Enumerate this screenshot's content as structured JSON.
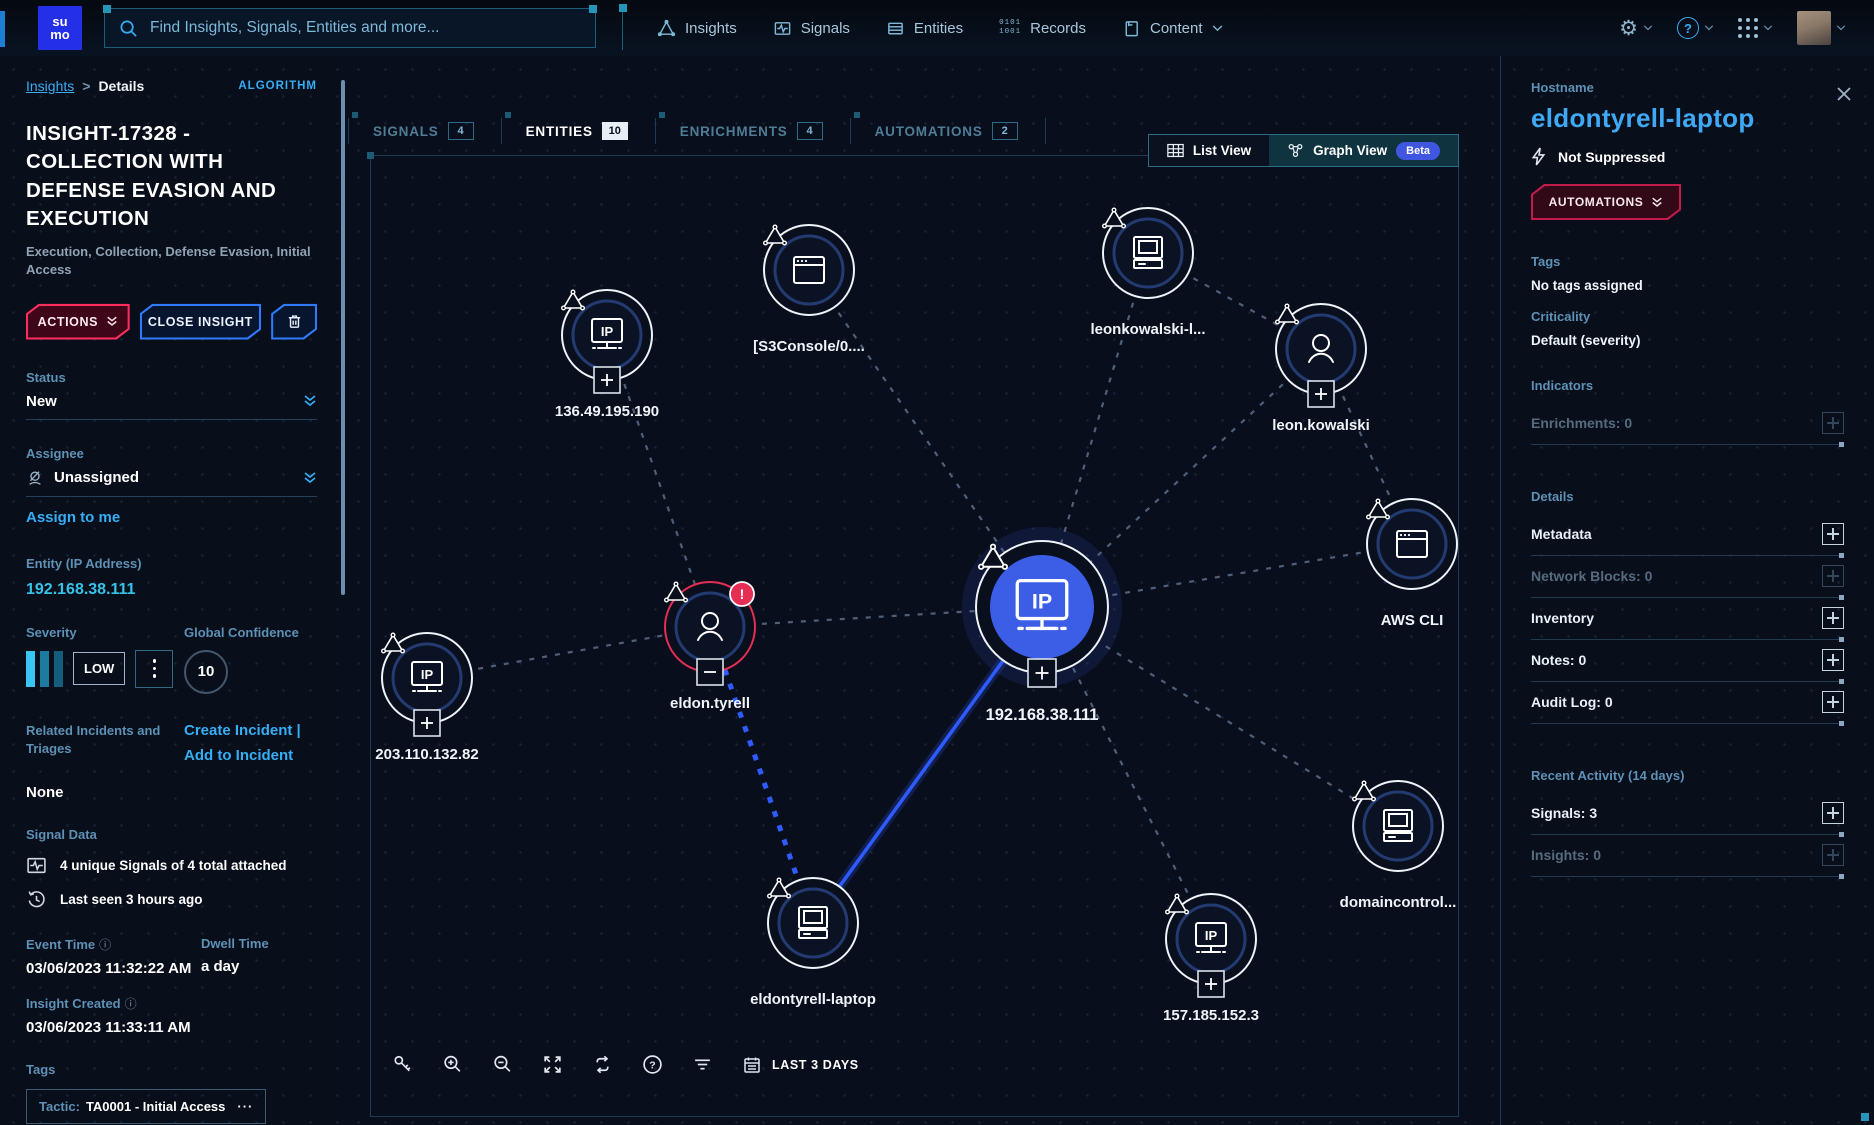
{
  "glyphs": {
    "question": "?",
    "info": "ⓘ",
    "ip": "IP",
    "alert": "!"
  },
  "topbar": {
    "logo": {
      "line1": "su",
      "line2": "mo"
    },
    "search_placeholder": "Find Insights, Signals, Entities and more...",
    "nav": [
      {
        "label": "Insights"
      },
      {
        "label": "Signals"
      },
      {
        "label": "Entities"
      },
      {
        "label": "Records"
      },
      {
        "label": "Content"
      }
    ],
    "records_icon": {
      "row1": "0101",
      "row2": "1001"
    }
  },
  "left_panel": {
    "breadcrumb": {
      "root": "Insights",
      "sep": ">",
      "current": "Details"
    },
    "algorithm_label": "ALGORITHM",
    "title": "INSIGHT-17328 - COLLECTION WITH DEFENSE EVASION AND EXECUTION",
    "subtitle": "Execution, Collection, Defense Evasion, Initial Access",
    "actions_button": "ACTIONS",
    "close_button": "CLOSE INSIGHT",
    "status": {
      "label": "Status",
      "value": "New"
    },
    "assignee": {
      "label": "Assignee",
      "value": "Unassigned"
    },
    "assign_link": "Assign to me",
    "entity": {
      "label": "Entity (IP Address)",
      "value": "192.168.38.111"
    },
    "severity": {
      "label": "Severity",
      "value": "LOW"
    },
    "confidence": {
      "label": "Global Confidence",
      "value": "10"
    },
    "related": {
      "label": "Related Incidents and Triages",
      "link1": "Create Incident |",
      "link2": "Add to Incident",
      "value": "None"
    },
    "signal_data": {
      "label": "Signal Data",
      "signals": "4 unique Signals of 4 total attached",
      "last_seen": "Last seen 3 hours ago"
    },
    "event_time": {
      "label": "Event Time",
      "value": "03/06/2023 11:32:22 AM"
    },
    "dwell_time": {
      "label": "Dwell Time",
      "value": "a day"
    },
    "insight_created": {
      "label": "Insight Created",
      "value": "03/06/2023 11:33:11 AM"
    },
    "tags": {
      "label": "Tags",
      "prefix": "Tactic:",
      "value": "TA0001 - Initial Access",
      "more": "···"
    }
  },
  "graph": {
    "tabs": [
      {
        "label": "SIGNALS",
        "count": "4"
      },
      {
        "label": "ENTITIES",
        "count": "10"
      },
      {
        "label": "ENRICHMENTS",
        "count": "4"
      },
      {
        "label": "AUTOMATIONS",
        "count": "2"
      }
    ],
    "view_toggle": {
      "list": "List View",
      "graph": "Graph View",
      "beta": "Beta"
    },
    "time_range": "LAST 3 DAYS",
    "nodes": [
      {
        "label": "136.49.195.190",
        "type": "ip"
      },
      {
        "label": "[S3Console/0....",
        "type": "url"
      },
      {
        "label": "leonkowalski-l...",
        "type": "host"
      },
      {
        "label": "leon.kowalski",
        "type": "user"
      },
      {
        "label": "AWS CLI",
        "type": "url"
      },
      {
        "label": "192.168.38.111",
        "type": "ip",
        "selected": true
      },
      {
        "label": "eldon.tyrell",
        "type": "user",
        "alert": true
      },
      {
        "label": "203.110.132.82",
        "type": "ip"
      },
      {
        "label": "eldontyrell-laptop",
        "type": "host"
      },
      {
        "label": "157.185.152.3",
        "type": "ip"
      },
      {
        "label": "domaincontrol...",
        "type": "host"
      }
    ]
  },
  "right_panel": {
    "hostname": {
      "label": "Hostname",
      "value": "eldontyrell-laptop"
    },
    "suppressed": "Not Suppressed",
    "automations_button": "AUTOMATIONS",
    "tags": {
      "label": "Tags",
      "value": "No tags assigned"
    },
    "criticality": {
      "label": "Criticality",
      "value": "Default (severity)"
    },
    "indicators_label": "Indicators",
    "details_label": "Details",
    "recent_label": "Recent Activity (14 days)",
    "rows": {
      "enrichments": "Enrichments: 0",
      "metadata": "Metadata",
      "network_blocks": "Network Blocks: 0",
      "inventory": "Inventory",
      "notes": "Notes: 0",
      "audit_log": "Audit Log: 0",
      "signals": "Signals: 3",
      "insights": "Insights: 0"
    }
  },
  "colors": {
    "accent_cyan": "#35aef5",
    "node_blue": "#3c5de6",
    "alert_red": "#e62e55",
    "beta_blue": "#4056e0"
  }
}
